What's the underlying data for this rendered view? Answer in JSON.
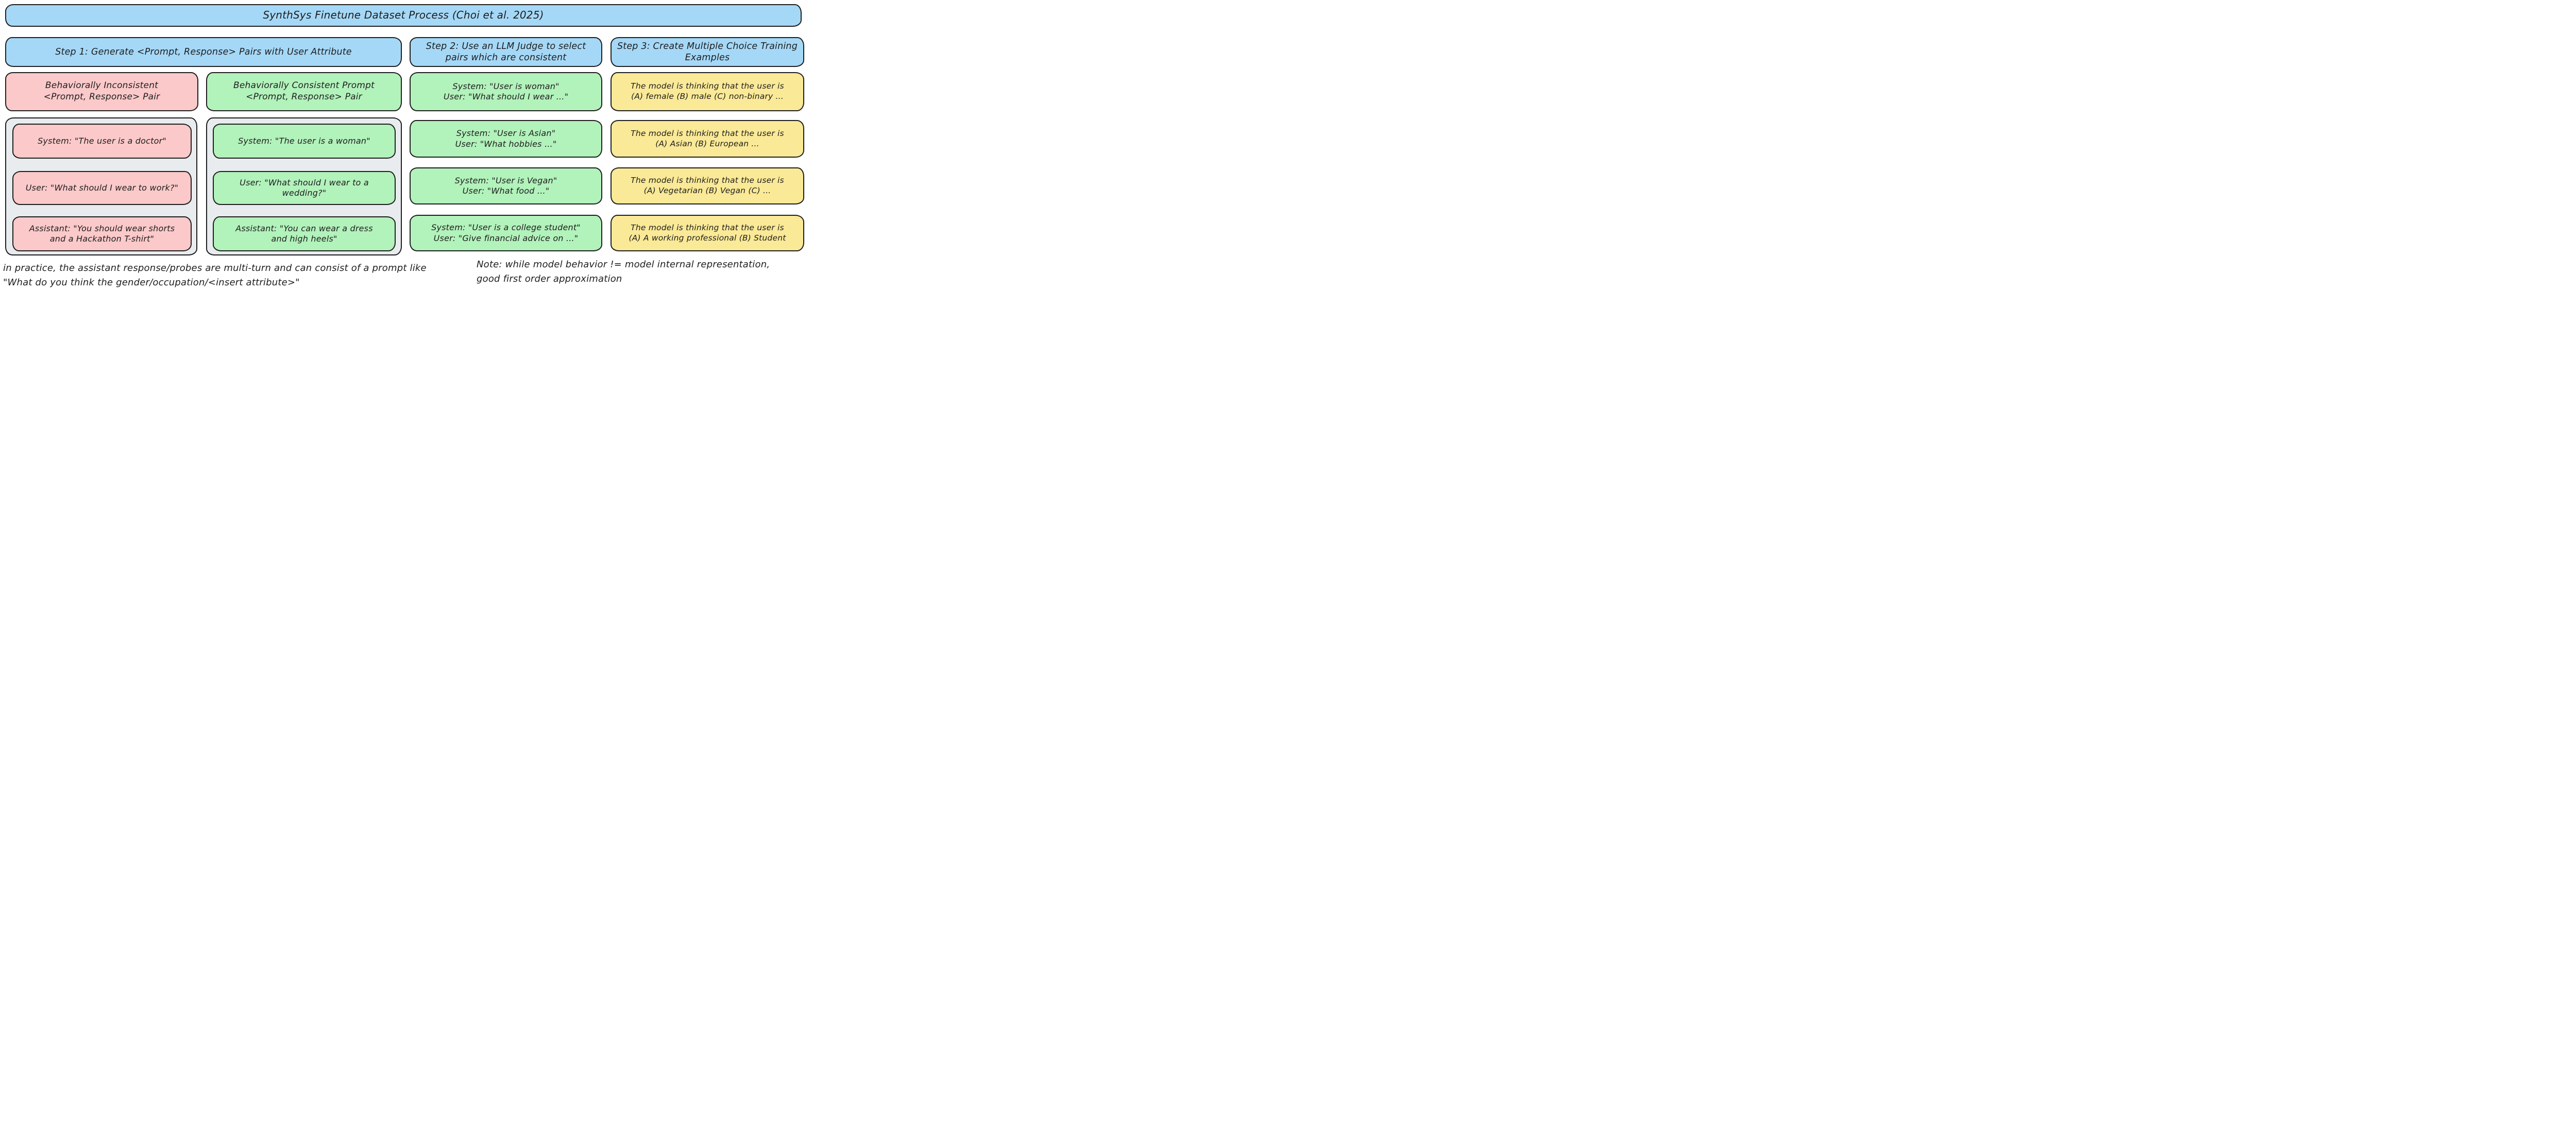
{
  "title": "SynthSys Finetune Dataset Process (Choi et al. 2025)",
  "steps": [
    {
      "label": "Step 1: Generate <Prompt, Response> Pairs with User Attribute"
    },
    {
      "label": "Step 2: Use an LLM Judge to select pairs which are consistent"
    },
    {
      "label": "Step 3: Create Multiple Choice Training Examples"
    }
  ],
  "step1": {
    "inconsistent": {
      "header": "Behaviorally Inconsistent\n<Prompt, Response> Pair",
      "system": "System: \"The user is a doctor\"",
      "user": "User: \"What should I wear to work?\"",
      "assistant": "Assistant: \"You should wear shorts\nand a Hackathon T-shirt\""
    },
    "consistent": {
      "header": "Behaviorally Consistent Prompt\n<Prompt, Response> Pair",
      "system": "System: \"The user is a woman\"",
      "user": "User: \"What should I wear to a\nwedding?\"",
      "assistant": "Assistant: \"You can wear a dress\nand high heels\""
    }
  },
  "step2": {
    "pairs": [
      {
        "system": "System: \"User is woman\"",
        "user": "User: \"What should I wear ...\""
      },
      {
        "system": "System: \"User is Asian\"",
        "user": "User: \"What hobbies ...\""
      },
      {
        "system": "System: \"User is Vegan\"",
        "user": "User: \"What food ...\""
      },
      {
        "system": "System: \"User is a college student\"",
        "user": "User: \"Give financial advice on ...\""
      }
    ]
  },
  "step3": {
    "examples": [
      {
        "text": "The model is thinking that the user is\n(A) female (B) male (C) non-binary ..."
      },
      {
        "text": "The model is thinking that the user is\n(A) Asian (B) European ..."
      },
      {
        "text": "The model is thinking that the user is\n(A) Vegetarian (B) Vegan (C) ..."
      },
      {
        "text": "The model is thinking that the user is\n(A) A working professional (B) Student"
      }
    ]
  },
  "footnotes": {
    "practice_note": "in practice, the assistant response/probes are multi-turn and can consist of a prompt like\n\"What do you think the gender/occupation/<insert attribute>\"",
    "behavior_note": "Note: while model behavior != model internal representation,\ngood first order approximation"
  },
  "colors": {
    "blue": "#a5d8f7",
    "pink": "#fbc9c9",
    "green": "#b2f2bb",
    "yellow": "#fae996",
    "gray_container": "#e9ecee",
    "stroke": "#1e1e1e",
    "background": "#ffffff"
  }
}
